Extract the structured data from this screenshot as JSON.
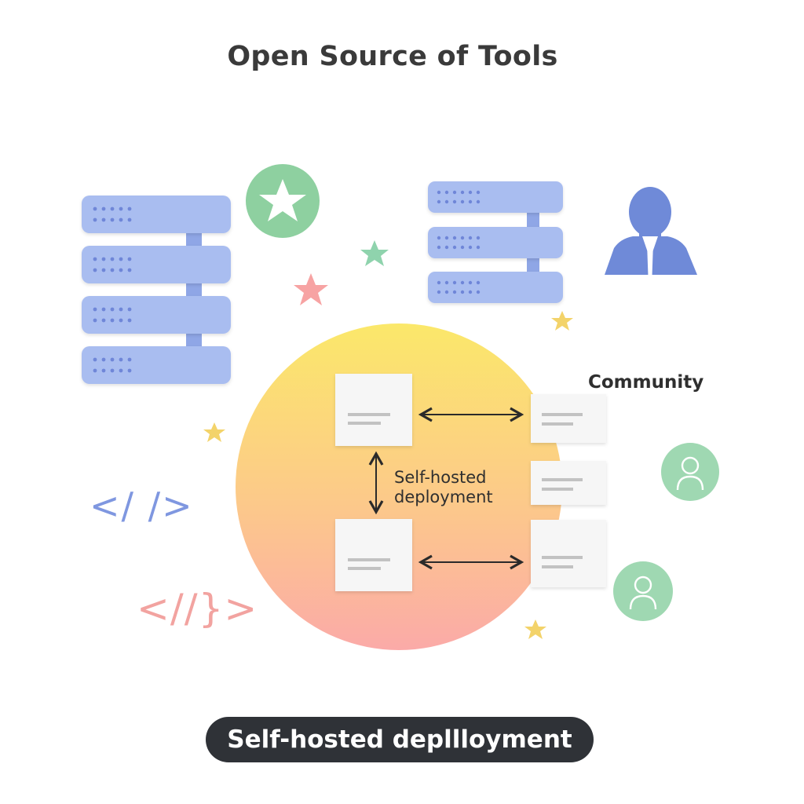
{
  "title": "Open Source of Tools",
  "community_label": "Community",
  "center_label": {
    "line1": "Self-hosted",
    "line2": "deployment"
  },
  "bottom_label": "Self-hosted depllloyment",
  "code_tags": {
    "blue": "</ />",
    "red": "<//}>"
  },
  "icons": [
    "server-rack-icon",
    "star-badge-icon",
    "person-icon",
    "user-avatar-icon",
    "code-tag-icon",
    "bidirectional-arrow-icon",
    "document-card-icon"
  ],
  "colors": {
    "server_blue": "#a9bdf0",
    "server_dots": "#6f86d8",
    "badge_green": "#8ed0a0",
    "person_blue": "#6f8ad8",
    "circle_top": "#fbe86a",
    "circle_bottom": "#fbb0a6",
    "pill": "#2f3237",
    "red_code": "#f2a3a0"
  }
}
